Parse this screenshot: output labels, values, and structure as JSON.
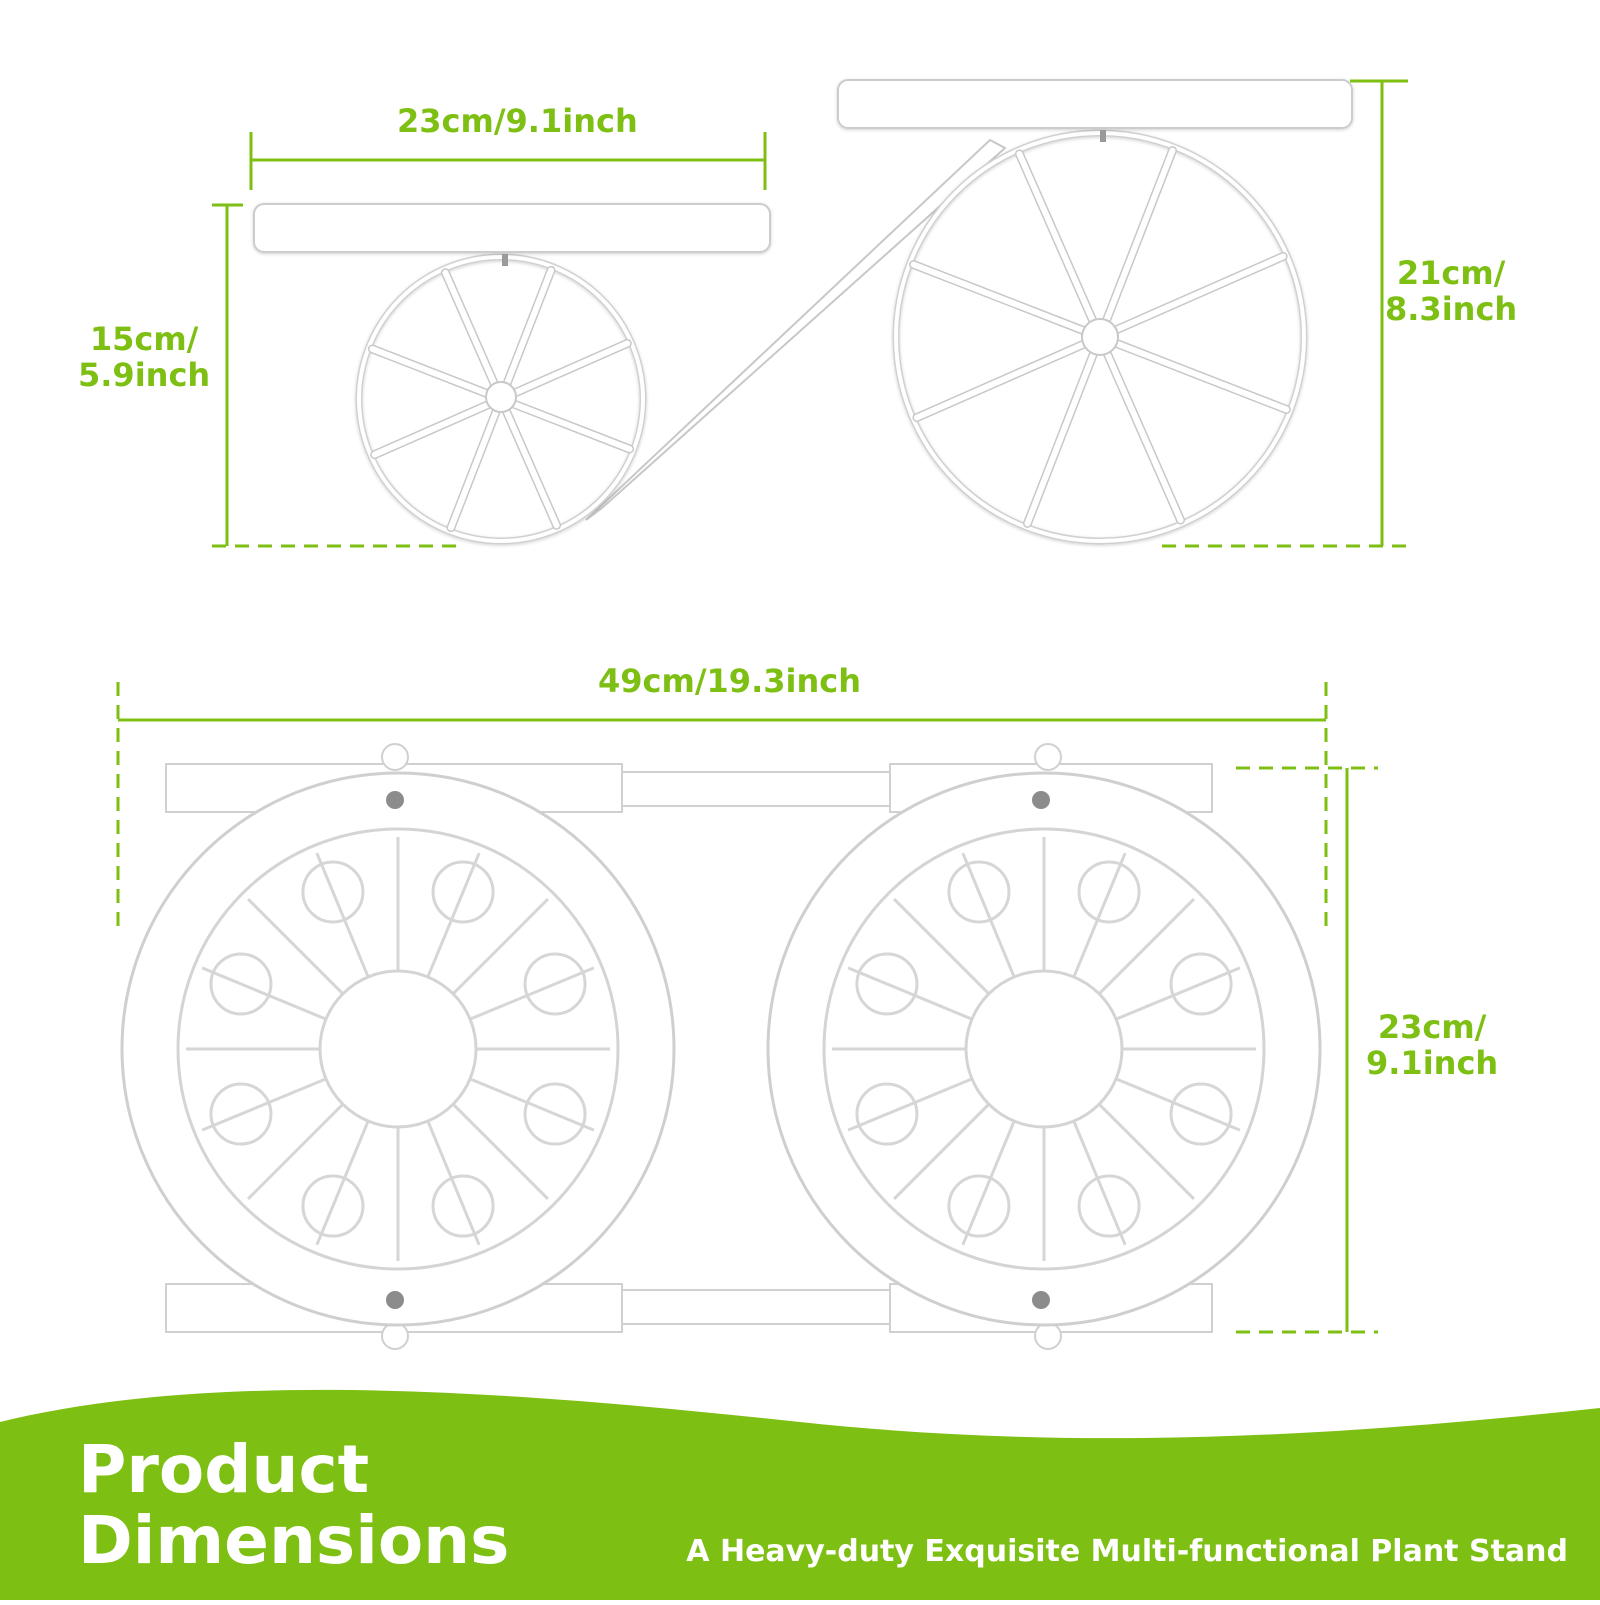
{
  "dimensions": {
    "top_shelf_width": "23cm/9.1inch",
    "small_height_line1": "15cm/",
    "small_height_line2": "5.9inch",
    "large_height_line1": "21cm/",
    "large_height_line2": "8.3inch",
    "overall_length": "49cm/19.3inch",
    "depth_line1": "23cm/",
    "depth_line2": "9.1inch"
  },
  "footer": {
    "title_line1": "Product",
    "title_line2": "Dimensions",
    "subtitle": "A Heavy-duty Exquisite Multi-functional Plant Stand"
  },
  "colors": {
    "accent": "#7dbf12",
    "product": "#ffffff",
    "outline": "#c8c8c8"
  }
}
